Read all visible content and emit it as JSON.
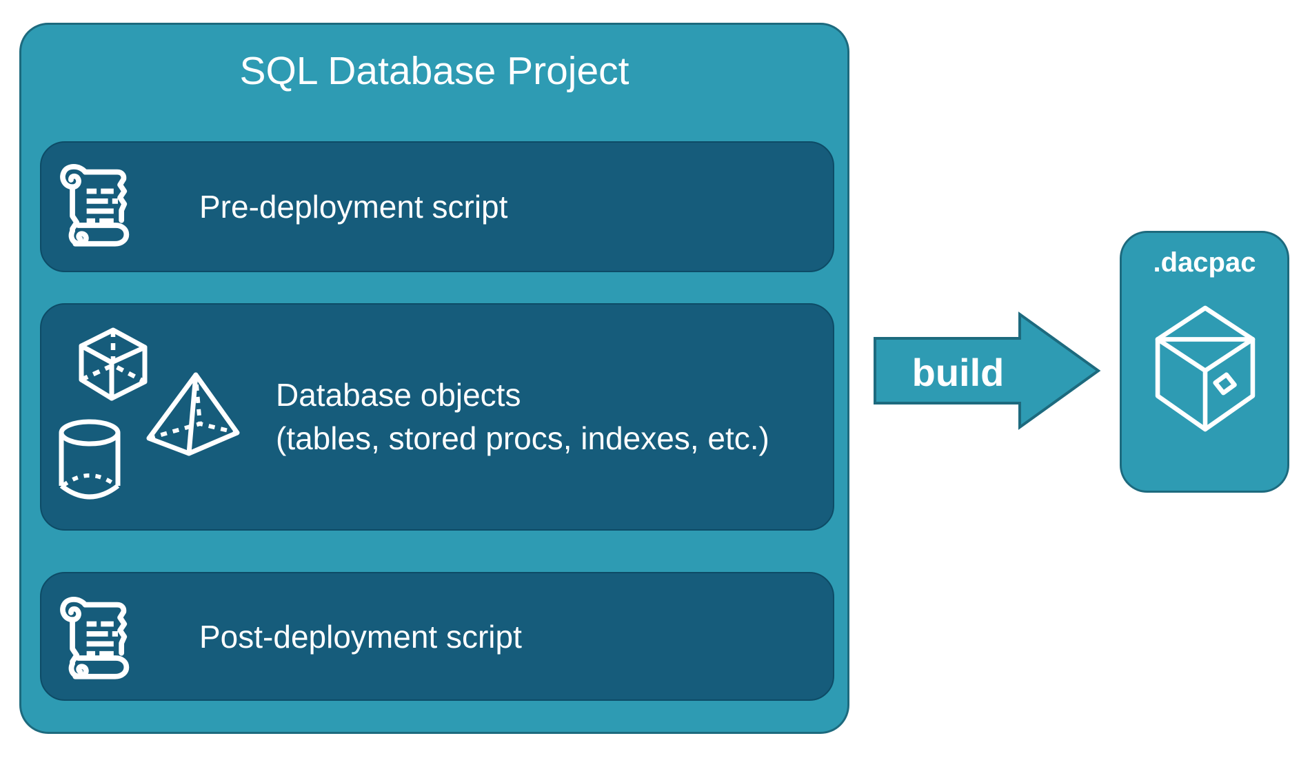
{
  "project": {
    "title": "SQL Database Project",
    "items": [
      {
        "label": "Pre-deployment script",
        "icon": "scroll-icon"
      },
      {
        "label_line1": "Database objects",
        "label_line2": "(tables, stored procs, indexes, etc.)",
        "icons": [
          "cube-icon",
          "pyramid-icon",
          "cylinder-icon"
        ]
      },
      {
        "label": "Post-deployment script",
        "icon": "scroll-icon"
      }
    ]
  },
  "arrow": {
    "label": "build",
    "icon": "right-arrow-icon"
  },
  "output": {
    "label": ".dacpac",
    "icon": "package-icon"
  },
  "colors": {
    "container_fill": "#2E9BB3",
    "container_border": "#1D6A7E",
    "item_fill": "#165C7B",
    "item_border": "#0D4B66",
    "arrow_fill": "#2E9BB3",
    "arrow_border": "#1D6A7E",
    "text_color": "#FFFFFF"
  }
}
